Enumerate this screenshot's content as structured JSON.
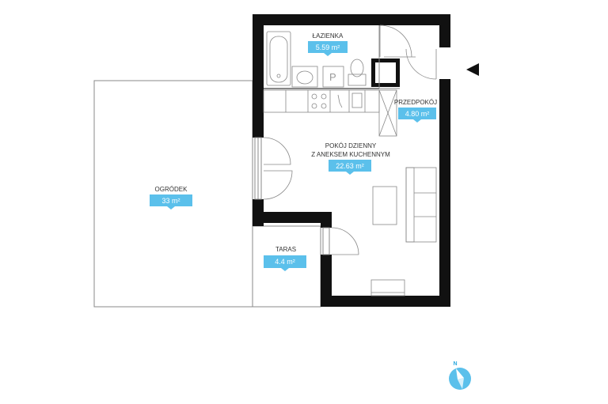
{
  "rooms": {
    "lazienka": {
      "name": "ŁAZIENKA",
      "area": "5.59 m²"
    },
    "przedpokoj": {
      "name": "PRZEDPOKÓJ",
      "area": "4.80 m²"
    },
    "pokoj": {
      "name_line1": "POKÓJ DZIENNY",
      "name_line2": "Z ANEKSEM KUCHENNYM",
      "area": "22.63 m²"
    },
    "ogrodek": {
      "name": "OGRÓDEK",
      "area": "33 m²"
    },
    "taras": {
      "name": "TARAS",
      "area": "4.4 m²"
    }
  },
  "compass": {
    "label": "N"
  },
  "colors": {
    "wall": "#111111",
    "accent": "#5bc0eb",
    "line": "#888888",
    "fixture": "#777777"
  }
}
